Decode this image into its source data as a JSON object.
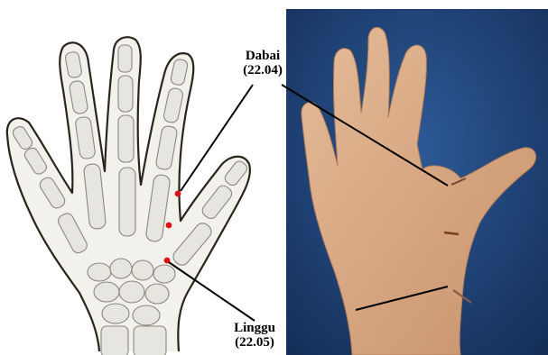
{
  "colors": {
    "photo_background": "#1f3f73",
    "skin": "#d9a985",
    "bone": "#e7e5df",
    "outline": "#2a241c",
    "point": "#e01010",
    "leader_line": "#000000"
  },
  "labels": {
    "dabai": {
      "name": "Dabai",
      "code": "(22.04)"
    },
    "linggu": {
      "name": "Linggu",
      "code": "(22.05)"
    }
  },
  "points_on_skeleton_count": 3
}
